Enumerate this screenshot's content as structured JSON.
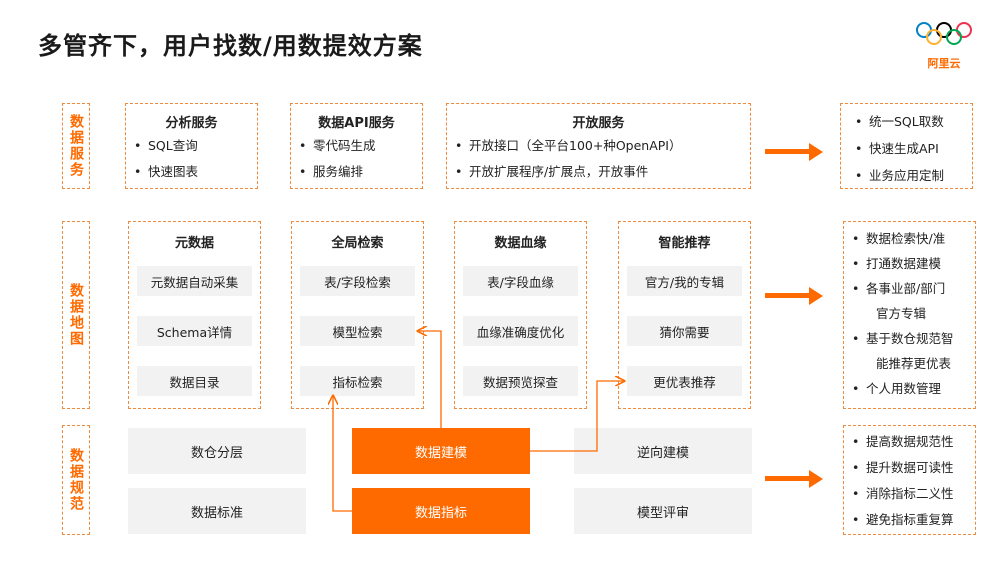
{
  "title": "多管齐下，用户找数/用数提效方案",
  "logo": {
    "brand": "阿里云",
    "icon": "olympic-rings-logo",
    "accent": "#ff6a00"
  },
  "sections": {
    "service_label": "数据服务",
    "map_label": "数据地图",
    "spec_label": "数据规范"
  },
  "service": {
    "analysis": {
      "title": "分析服务",
      "items": [
        "SQL查询",
        "快速图表"
      ]
    },
    "api": {
      "title": "数据API服务",
      "items": [
        "零代码生成",
        "服务编排"
      ]
    },
    "open": {
      "title": "开放服务",
      "items": [
        "开放接口（全平台100+种OpenAPI）",
        "开放扩展程序/扩展点，开放事件"
      ]
    },
    "outcomes": [
      "统一SQL取数",
      "快速生成API",
      "业务应用定制"
    ]
  },
  "map": {
    "columns": [
      {
        "title": "元数据",
        "cells": [
          "元数据自动采集",
          "Schema详情",
          "数据目录"
        ]
      },
      {
        "title": "全局检索",
        "cells": [
          "表/字段检索",
          "模型检索",
          "指标检索"
        ]
      },
      {
        "title": "数据血缘",
        "cells": [
          "表/字段血缘",
          "血缘准确度优化",
          "数据预览探查"
        ]
      },
      {
        "title": "智能推荐",
        "cells": [
          "官方/我的专辑",
          "猜你需要",
          "更优表推荐"
        ]
      }
    ],
    "outcomes": [
      "数据检索快/准",
      "打通数据建模",
      "各事业部/部门",
      "官方专辑",
      "基于数仓规范智",
      "能推荐更优表",
      "个人用数管理"
    ]
  },
  "spec": {
    "left": [
      "数仓分层",
      "数据标准"
    ],
    "middle": [
      "数据建模",
      "数据指标"
    ],
    "right": [
      "逆向建模",
      "模型评审"
    ],
    "outcomes": [
      "提高数据规范性",
      "提升数据可读性",
      "消除指标二义性",
      "避免指标重复算"
    ]
  }
}
